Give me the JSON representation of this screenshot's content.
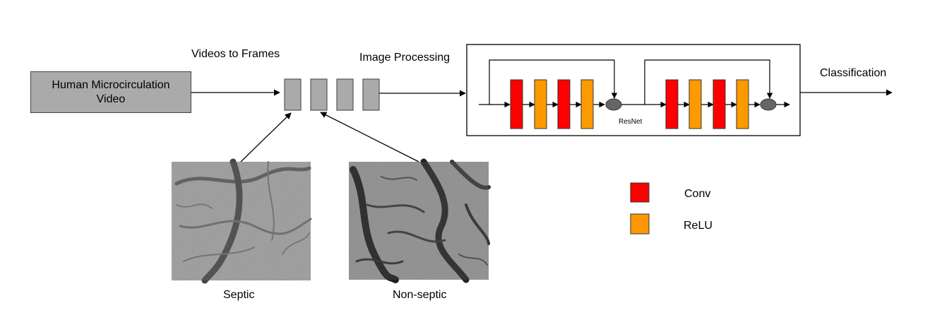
{
  "input": {
    "line1": "Human Microcirculation",
    "line2": "Video"
  },
  "labels": {
    "videos_to_frames": "Videos to Frames",
    "image_processing": "Image Processing",
    "classification": "Classification",
    "resnet": "ResNet"
  },
  "images": {
    "septic": "Septic",
    "non_septic": "Non-septic"
  },
  "legend": [
    {
      "label": "Conv",
      "color": "#ff0000"
    },
    {
      "label": "ReLU",
      "color": "#ff9900"
    }
  ],
  "colors": {
    "frame_fill": "#aaaaaa",
    "junction_fill": "#666666",
    "conv": "#ff0000",
    "relu": "#ff9900"
  }
}
